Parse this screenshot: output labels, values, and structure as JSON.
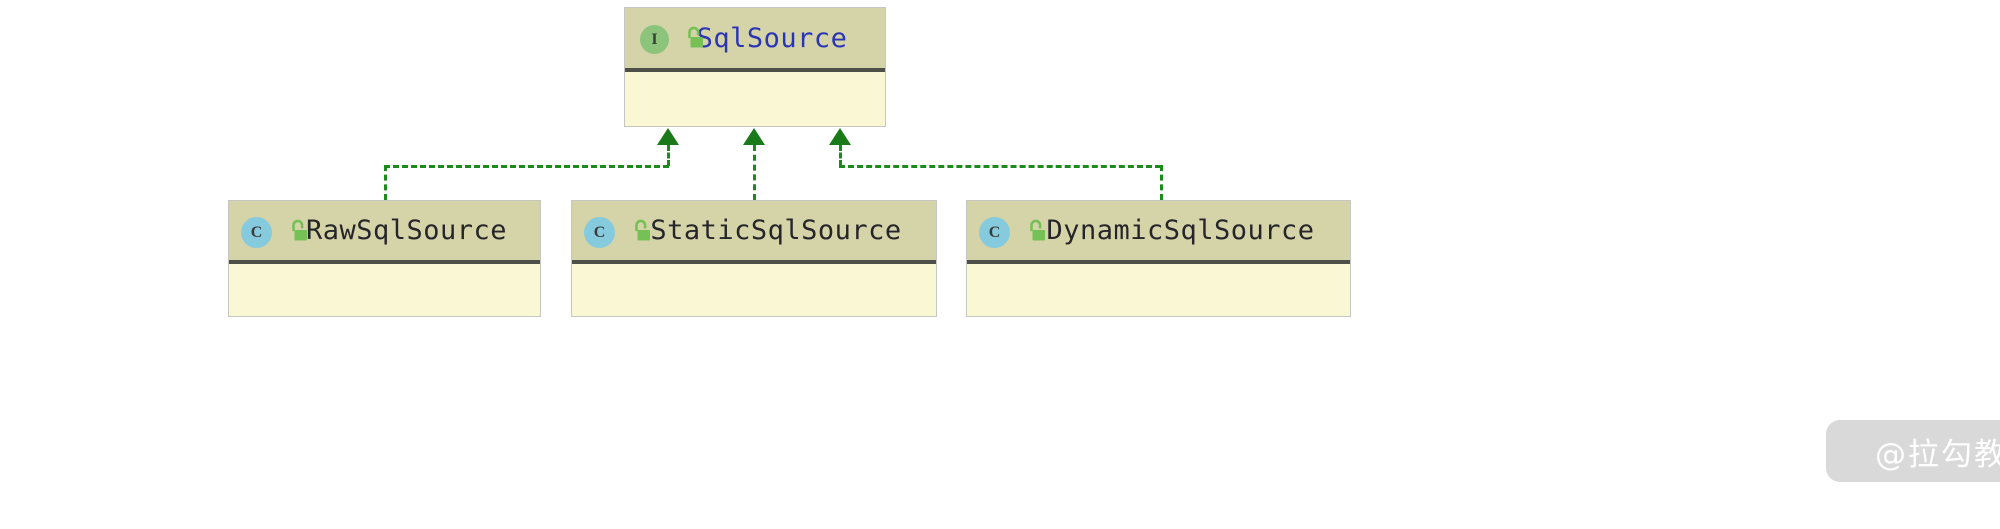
{
  "diagram": {
    "type": "uml-class-diagram",
    "relationship": "realization",
    "connector_color": "#1d8a1d",
    "connector_style": "dashed",
    "arrowhead": "solid-filled-triangle",
    "background": "#ffffff"
  },
  "theme": {
    "header_bg": "#d5d4a8",
    "body_bg": "#faf8d4",
    "separator": "#4f4f4a",
    "border": "#c6c6c2",
    "interface_badge_bg": "#8cc47b",
    "class_badge_bg": "#86cadd",
    "lock_color": "#76c155",
    "interface_title_color": "#2a35b5",
    "class_title_color": "#26262a"
  },
  "nodes": {
    "interface": {
      "name": "SqlSource",
      "stereotype": "interface",
      "badge_letter": "I",
      "visibility": "public",
      "visibility_icon": "unlocked-padlock-icon",
      "members": []
    },
    "classes": [
      {
        "name": "RawSqlSource",
        "stereotype": "class",
        "badge_letter": "C",
        "visibility": "public",
        "visibility_icon": "unlocked-padlock-icon",
        "members": []
      },
      {
        "name": "StaticSqlSource",
        "stereotype": "class",
        "badge_letter": "C",
        "visibility": "public",
        "visibility_icon": "unlocked-padlock-icon",
        "members": []
      },
      {
        "name": "DynamicSqlSource",
        "stereotype": "class",
        "badge_letter": "C",
        "visibility": "public",
        "visibility_icon": "unlocked-padlock-icon",
        "members": []
      }
    ]
  },
  "edges": [
    {
      "from": "RawSqlSource",
      "to": "SqlSource",
      "kind": "implements"
    },
    {
      "from": "StaticSqlSource",
      "to": "SqlSource",
      "kind": "implements"
    },
    {
      "from": "DynamicSqlSource",
      "to": "SqlSource",
      "kind": "implements"
    }
  ],
  "watermark": {
    "text": "@拉勾教育"
  }
}
